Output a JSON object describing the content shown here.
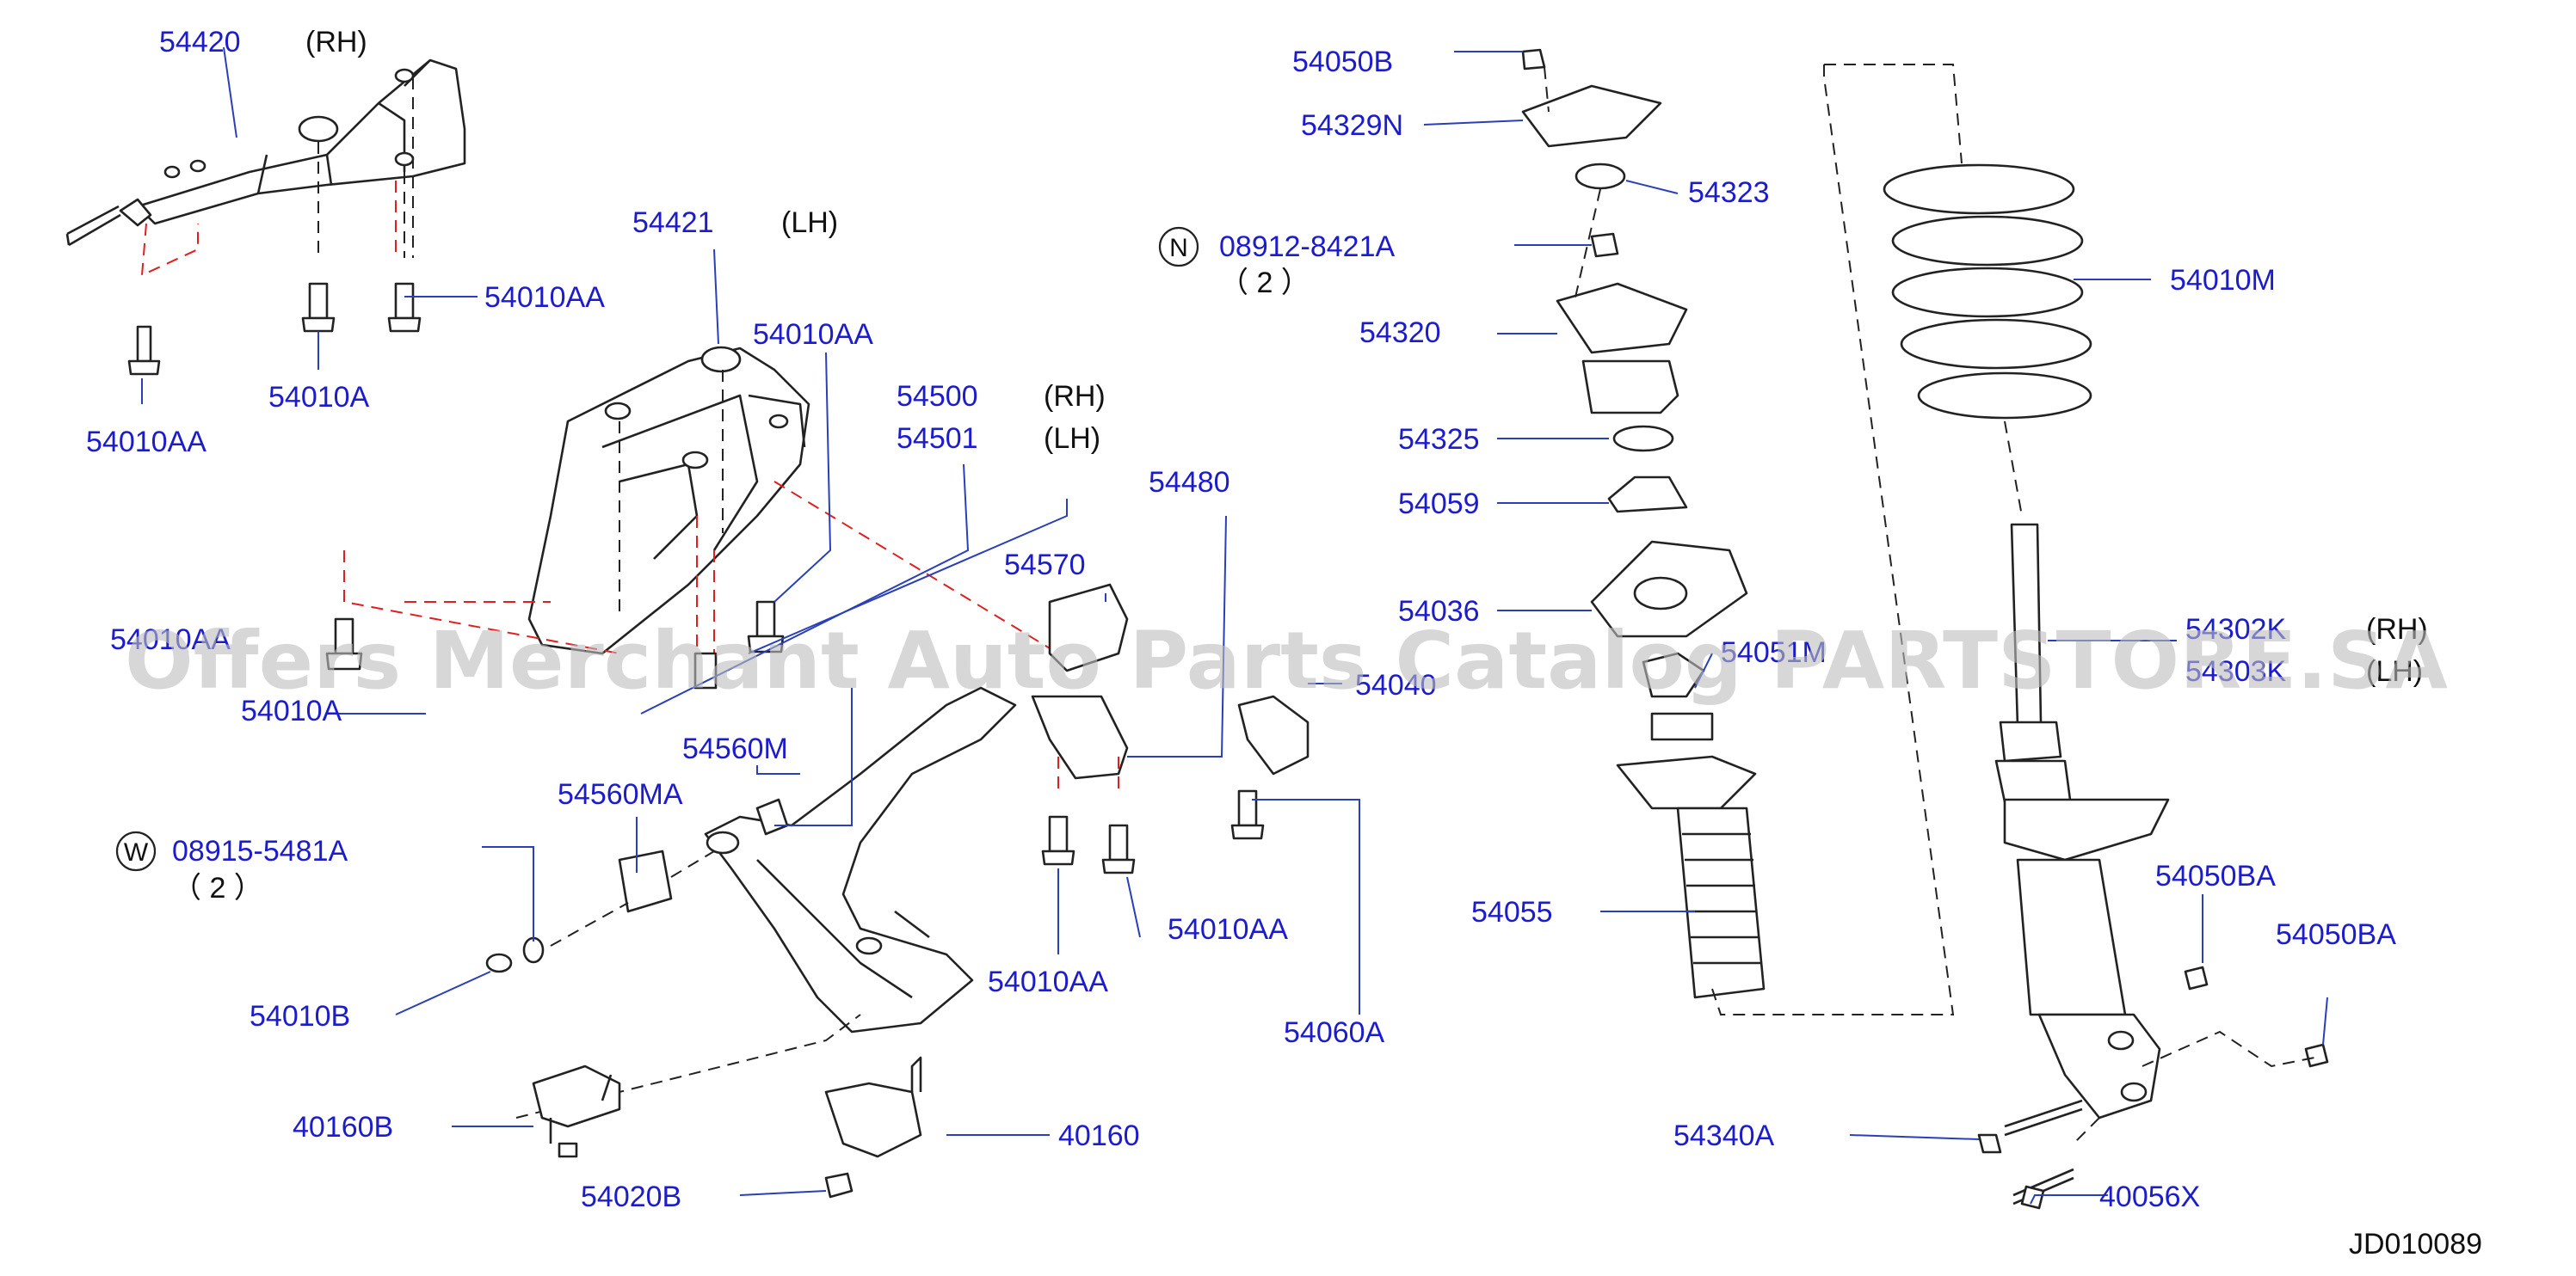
{
  "diagram": {
    "labels": {
      "p54420": "54420",
      "p54421": "54421",
      "p54010AA_tl": "54010AA",
      "p54010A_tl": "54010A",
      "p54010AA_tr": "54010AA",
      "p54010AA_mid": "54010AA",
      "p54500": "54500",
      "p54501": "54501",
      "p54480": "54480",
      "p54570": "54570",
      "p54010AA_left": "54010AA",
      "p54010A_left": "54010A",
      "p54560M": "54560M",
      "p54560MA": "54560MA",
      "p08915": "08915-5481A",
      "p54010B": "54010B",
      "p40160B": "40160B",
      "p54020B": "54020B",
      "p40160": "40160",
      "p54010AA_b1": "54010AA",
      "p54010AA_b2": "54010AA",
      "p54060A": "54060A",
      "p54040": "54040",
      "p54050B": "54050B",
      "p54329N": "54329N",
      "p54323": "54323",
      "p08912": "08912-8421A",
      "p54320": "54320",
      "p54325": "54325",
      "p54059": "54059",
      "p54036": "54036",
      "p54051M": "54051M",
      "p54055": "54055",
      "p54010M": "54010M",
      "p54302K": "54302K",
      "p54303K": "54303K",
      "p54050BA_1": "54050BA",
      "p54050BA_2": "54050BA",
      "p54340A": "54340A",
      "p40056X": "40056X"
    },
    "sides": {
      "rh1": "(RH)",
      "lh1": "(LH)",
      "rh2": "(RH)",
      "lh2": "(LH)",
      "rh3": "(RH)",
      "lh3": "(LH)"
    },
    "qty": {
      "q1": "（ 2 ）",
      "q2": "（ 2 ）"
    },
    "circle_letters": {
      "n": "N",
      "w": "W"
    },
    "diagram_code": "JD010089",
    "watermark": "Offers Merchant Auto Parts Catalog PARTSTORE.SA",
    "colors": {
      "label": "#1c1ccc",
      "leader": "#2a3fb8",
      "linework": "#222222",
      "red_dash": "#e02020",
      "watermark": "#bdbdbd"
    }
  }
}
